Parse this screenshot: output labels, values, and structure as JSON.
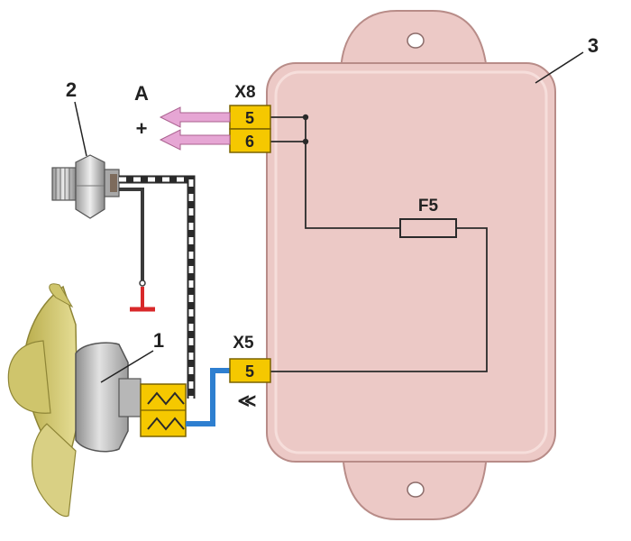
{
  "labels": {
    "part_1": "1",
    "part_2": "2",
    "part_3": "3",
    "signal_a": "A",
    "plus_sign": "+",
    "connector_x8": "X8",
    "connector_x5": "X5",
    "fuse": "F5",
    "pin_x8_top": "5",
    "pin_x8_bottom": "6",
    "pin_x5": "5",
    "ground_arrow": "≪"
  },
  "colors": {
    "housing": "#ecc9c6",
    "housing_edge": "#b88c88",
    "connector": "#f5c800",
    "arrow_pink": "#e6a6d4",
    "wire_blue": "#2e7fd0",
    "ground_red": "#d8282a",
    "fan_blade": "#d4cb74",
    "motor_body": "#c8c8c8"
  }
}
